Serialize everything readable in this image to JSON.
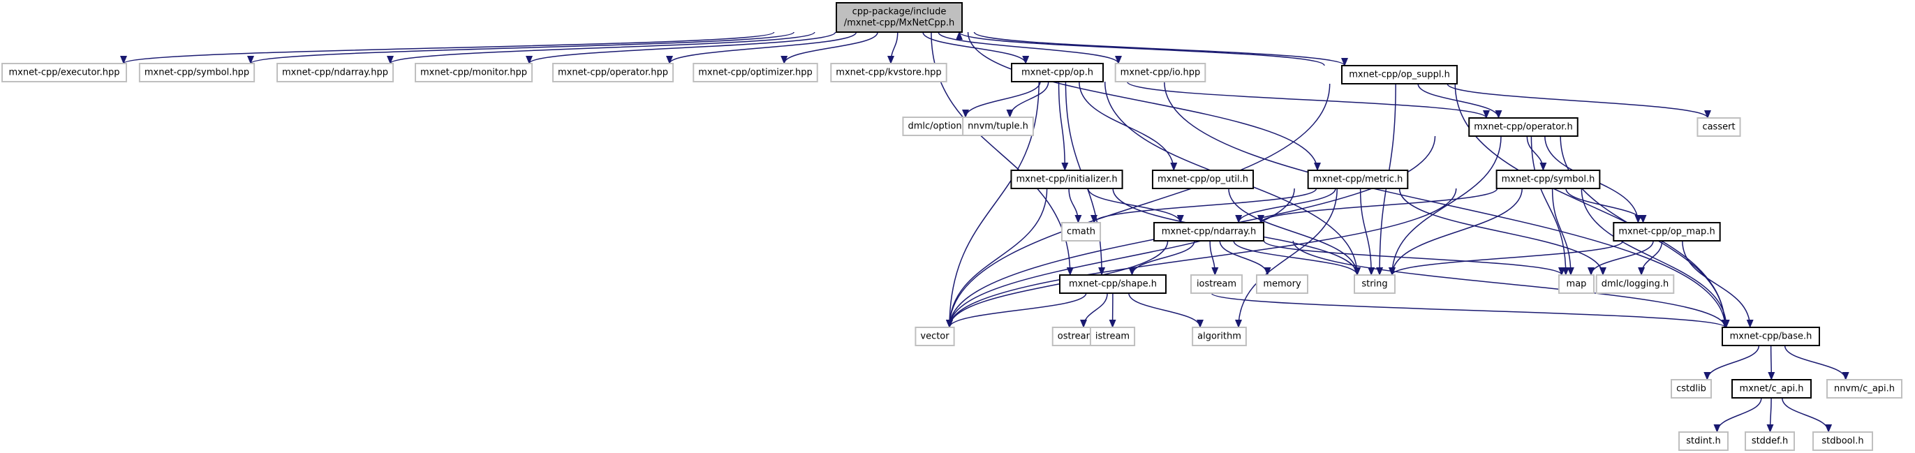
{
  "title": "cpp-package/include/mxnet-cpp/MxNetCpp.h include dependency graph",
  "colors": {
    "edge": "#191970",
    "root_fill": "#bfbfbf",
    "doc_border": "#000000",
    "ext_border": "#bfbfbf"
  },
  "nodes": [
    {
      "id": "root",
      "kind": "root",
      "lines": [
        "cpp-package/include",
        "/mxnet-cpp/MxNetCpp.h"
      ]
    },
    {
      "id": "executor_hpp",
      "kind": "ext",
      "lines": [
        "mxnet-cpp/executor.hpp"
      ]
    },
    {
      "id": "symbol_hpp",
      "kind": "ext",
      "lines": [
        "mxnet-cpp/symbol.hpp"
      ]
    },
    {
      "id": "ndarray_hpp",
      "kind": "ext",
      "lines": [
        "mxnet-cpp/ndarray.hpp"
      ]
    },
    {
      "id": "monitor_hpp",
      "kind": "ext",
      "lines": [
        "mxnet-cpp/monitor.hpp"
      ]
    },
    {
      "id": "operator_hpp",
      "kind": "ext",
      "lines": [
        "mxnet-cpp/operator.hpp"
      ]
    },
    {
      "id": "optimizer_hpp",
      "kind": "ext",
      "lines": [
        "mxnet-cpp/optimizer.hpp"
      ]
    },
    {
      "id": "kvstore_hpp",
      "kind": "ext",
      "lines": [
        "mxnet-cpp/kvstore.hpp"
      ]
    },
    {
      "id": "op_h",
      "kind": "doc",
      "lines": [
        "mxnet-cpp/op.h"
      ]
    },
    {
      "id": "io_hpp",
      "kind": "ext",
      "lines": [
        "mxnet-cpp/io.hpp"
      ]
    },
    {
      "id": "op_suppl_h",
      "kind": "doc",
      "lines": [
        "mxnet-cpp/op_suppl.h"
      ]
    },
    {
      "id": "dmlc_optional",
      "kind": "ext",
      "lines": [
        "dmlc/optional.h"
      ]
    },
    {
      "id": "nnvm_tuple",
      "kind": "ext",
      "lines": [
        "nnvm/tuple.h"
      ]
    },
    {
      "id": "operator_h",
      "kind": "doc",
      "lines": [
        "mxnet-cpp/operator.h"
      ]
    },
    {
      "id": "cassert",
      "kind": "ext",
      "lines": [
        "cassert"
      ]
    },
    {
      "id": "initializer_h",
      "kind": "doc",
      "lines": [
        "mxnet-cpp/initializer.h"
      ]
    },
    {
      "id": "op_util_h",
      "kind": "doc",
      "lines": [
        "mxnet-cpp/op_util.h"
      ]
    },
    {
      "id": "metric_h",
      "kind": "doc",
      "lines": [
        "mxnet-cpp/metric.h"
      ]
    },
    {
      "id": "symbol_h",
      "kind": "doc",
      "lines": [
        "mxnet-cpp/symbol.h"
      ]
    },
    {
      "id": "cmath",
      "kind": "ext",
      "lines": [
        "cmath"
      ]
    },
    {
      "id": "ndarray_h",
      "kind": "doc",
      "lines": [
        "mxnet-cpp/ndarray.h"
      ]
    },
    {
      "id": "op_map_h",
      "kind": "doc",
      "lines": [
        "mxnet-cpp/op_map.h"
      ]
    },
    {
      "id": "shape_h",
      "kind": "doc",
      "lines": [
        "mxnet-cpp/shape.h"
      ]
    },
    {
      "id": "iostream",
      "kind": "ext",
      "lines": [
        "iostream"
      ]
    },
    {
      "id": "memory",
      "kind": "ext",
      "lines": [
        "memory"
      ]
    },
    {
      "id": "string",
      "kind": "ext",
      "lines": [
        "string"
      ]
    },
    {
      "id": "map",
      "kind": "ext",
      "lines": [
        "map"
      ]
    },
    {
      "id": "dmlc_logging",
      "kind": "ext",
      "lines": [
        "dmlc/logging.h"
      ]
    },
    {
      "id": "vector",
      "kind": "ext",
      "lines": [
        "vector"
      ]
    },
    {
      "id": "ostream",
      "kind": "ext",
      "lines": [
        "ostream"
      ]
    },
    {
      "id": "istream",
      "kind": "ext",
      "lines": [
        "istream"
      ]
    },
    {
      "id": "algorithm",
      "kind": "ext",
      "lines": [
        "algorithm"
      ]
    },
    {
      "id": "base_h",
      "kind": "doc",
      "lines": [
        "mxnet-cpp/base.h"
      ]
    },
    {
      "id": "cstdlib",
      "kind": "ext",
      "lines": [
        "cstdlib"
      ]
    },
    {
      "id": "mxnet_c_api",
      "kind": "doc",
      "lines": [
        "mxnet/c_api.h"
      ]
    },
    {
      "id": "nnvm_c_api",
      "kind": "ext",
      "lines": [
        "nnvm/c_api.h"
      ]
    },
    {
      "id": "stdint",
      "kind": "ext",
      "lines": [
        "stdint.h"
      ]
    },
    {
      "id": "stddef",
      "kind": "ext",
      "lines": [
        "stddef.h"
      ]
    },
    {
      "id": "stdbool",
      "kind": "ext",
      "lines": [
        "stdbool.h"
      ]
    }
  ],
  "edges": [
    [
      "root",
      "executor_hpp"
    ],
    [
      "root",
      "symbol_hpp"
    ],
    [
      "root",
      "ndarray_hpp"
    ],
    [
      "root",
      "monitor_hpp"
    ],
    [
      "root",
      "operator_hpp"
    ],
    [
      "root",
      "optimizer_hpp"
    ],
    [
      "root",
      "kvstore_hpp"
    ],
    [
      "root",
      "op_h"
    ],
    [
      "root",
      "io_hpp"
    ],
    [
      "root",
      "op_suppl_h"
    ],
    [
      "root",
      "metric_h"
    ],
    [
      "root",
      "shape_h"
    ],
    [
      "op_suppl_h",
      "root"
    ],
    [
      "op_h",
      "dmlc_optional"
    ],
    [
      "op_h",
      "nnvm_tuple"
    ],
    [
      "op_h",
      "operator_h"
    ],
    [
      "op_h",
      "initializer_h"
    ],
    [
      "op_h",
      "op_util_h"
    ],
    [
      "op_h",
      "string"
    ],
    [
      "op_h",
      "vector"
    ],
    [
      "op_h",
      "base_h"
    ],
    [
      "op_h",
      "shape_h"
    ],
    [
      "op_suppl_h",
      "operator_h"
    ],
    [
      "op_suppl_h",
      "cassert"
    ],
    [
      "op_suppl_h",
      "string"
    ],
    [
      "op_suppl_h",
      "vector"
    ],
    [
      "op_suppl_h",
      "base_h"
    ],
    [
      "operator_h",
      "symbol_h"
    ],
    [
      "operator_h",
      "op_map_h"
    ],
    [
      "operator_h",
      "string"
    ],
    [
      "operator_h",
      "map"
    ],
    [
      "operator_h",
      "vector"
    ],
    [
      "operator_h",
      "base_h"
    ],
    [
      "initializer_h",
      "cmath"
    ],
    [
      "initializer_h",
      "ndarray_h"
    ],
    [
      "initializer_h",
      "vector"
    ],
    [
      "initializer_h",
      "string"
    ],
    [
      "op_util_h",
      "string"
    ],
    [
      "metric_h",
      "cmath"
    ],
    [
      "metric_h",
      "ndarray_h"
    ],
    [
      "metric_h",
      "string"
    ],
    [
      "metric_h",
      "vector"
    ],
    [
      "metric_h",
      "algorithm"
    ],
    [
      "metric_h",
      "dmlc_logging"
    ],
    [
      "symbol_h",
      "ndarray_h"
    ],
    [
      "symbol_h",
      "op_map_h"
    ],
    [
      "symbol_h",
      "map"
    ],
    [
      "symbol_h",
      "string"
    ],
    [
      "symbol_h",
      "vector"
    ],
    [
      "symbol_h",
      "base_h"
    ],
    [
      "op_map_h",
      "map"
    ],
    [
      "op_map_h",
      "string"
    ],
    [
      "op_map_h",
      "dmlc_logging"
    ],
    [
      "op_map_h",
      "base_h"
    ],
    [
      "ndarray_h",
      "shape_h"
    ],
    [
      "ndarray_h",
      "iostream"
    ],
    [
      "ndarray_h",
      "memory"
    ],
    [
      "ndarray_h",
      "string"
    ],
    [
      "ndarray_h",
      "map"
    ],
    [
      "ndarray_h",
      "vector"
    ],
    [
      "ndarray_h",
      "base_h"
    ],
    [
      "shape_h",
      "vector"
    ],
    [
      "shape_h",
      "ostream"
    ],
    [
      "shape_h",
      "istream"
    ],
    [
      "shape_h",
      "algorithm"
    ],
    [
      "shape_h",
      "base_h"
    ],
    [
      "base_h",
      "cstdlib"
    ],
    [
      "base_h",
      "mxnet_c_api"
    ],
    [
      "base_h",
      "nnvm_c_api"
    ],
    [
      "mxnet_c_api",
      "stdint"
    ],
    [
      "mxnet_c_api",
      "stddef"
    ],
    [
      "mxnet_c_api",
      "stdbool"
    ]
  ]
}
